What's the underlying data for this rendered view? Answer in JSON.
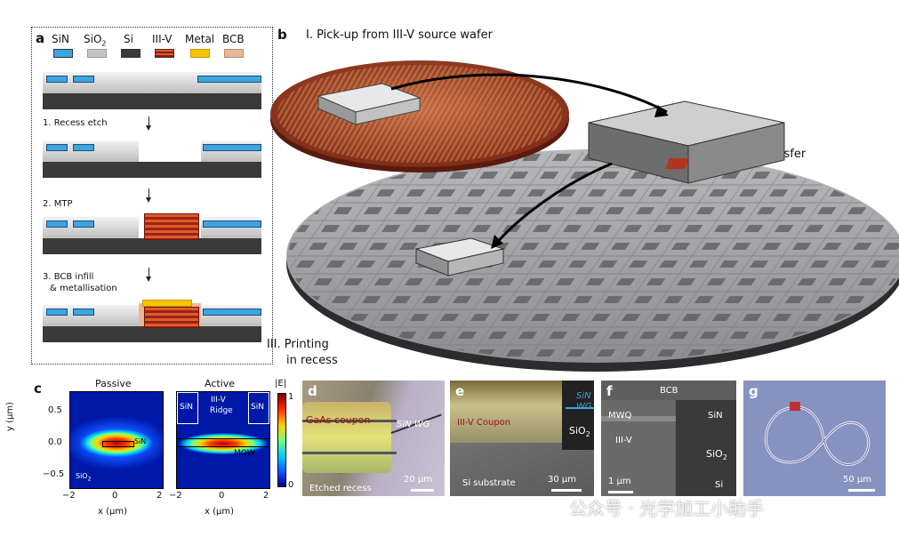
{
  "panel_a": {
    "letter": "a",
    "legend": {
      "sin": "SiN",
      "sio2": "SiO",
      "sio2_sub": "2",
      "si": "Si",
      "iii_v": "III-V",
      "metal": "Metal",
      "bcb": "BCB"
    },
    "steps": {
      "s1": "1. Recess etch",
      "s2": "2. MTP",
      "s3_line1": "3. BCB infill",
      "s3_line2": "& metallisation"
    }
  },
  "panel_b": {
    "letter": "b",
    "label_pickup": "I. Pick-up from III-V source wafer",
    "label_transfer": "II. Transfer",
    "label_print_1": "III. Printing",
    "label_print_2": "in recess"
  },
  "panel_c": {
    "letter": "c",
    "title_passive": "Passive",
    "title_active": "Active",
    "ylabel": "y (μm)",
    "xlabel": "x (μm)",
    "yticks": [
      "0.5",
      "0.0",
      "−0.5"
    ],
    "xticks": [
      "−2",
      "0",
      "2"
    ],
    "passive_label_sin": "SiN",
    "passive_label_sio2": "SiO",
    "passive_label_sio2_sub": "2",
    "active_sin_left": "SiN",
    "active_sin_right": "SiN",
    "active_ridge_1": "III-V",
    "active_ridge_2": "Ridge",
    "active_mqw": "MQW",
    "colorbar_label": "|E|",
    "colorbar_max": "1",
    "colorbar_min": "0"
  },
  "panel_d": {
    "letter": "d",
    "coupon": "GaAs coupon",
    "wg": "SiN WG",
    "recess": "Etched recess",
    "scale": "20 μm"
  },
  "panel_e": {
    "letter": "e",
    "coupon": "III-V Coupon",
    "sin": "SiN",
    "wg": "WG",
    "sio2": "SiO",
    "sio2_sub": "2",
    "substrate": "Si substrate",
    "scale": "30 μm"
  },
  "panel_f": {
    "letter": "f",
    "bcb": "BCB",
    "mwq": "MWQ",
    "iii_v": "III-V",
    "sin": "SiN",
    "sio2": "SiO",
    "sio2_sub": "2",
    "si": "Si",
    "scale": "1 μm"
  },
  "panel_g": {
    "letter": "g",
    "scale": "50 μm"
  },
  "watermark": "公众号 · 光学加工小助手",
  "colors": {
    "sin": "#3da5e0",
    "sio2": "#bdbdbd",
    "si": "#3a3a3a",
    "iii_v": "#b5341f",
    "metal": "#f5c400",
    "bcb": "#e8b79a"
  }
}
